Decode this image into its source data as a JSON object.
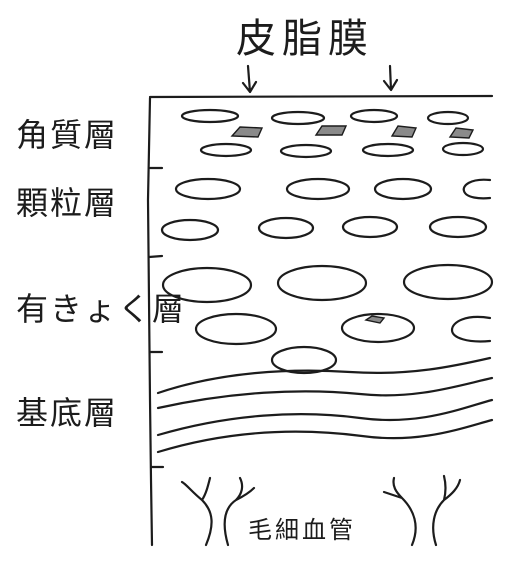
{
  "title": "皮脂膜",
  "layers": [
    {
      "label": "角質層"
    },
    {
      "label": "顆粒層"
    },
    {
      "label": "有きょく層"
    },
    {
      "label": "基底層"
    }
  ],
  "capillary_label": "毛細血管",
  "colors": {
    "ink": "#1c1c1c",
    "granule": "#8a8a8a",
    "background": "#ffffff"
  }
}
